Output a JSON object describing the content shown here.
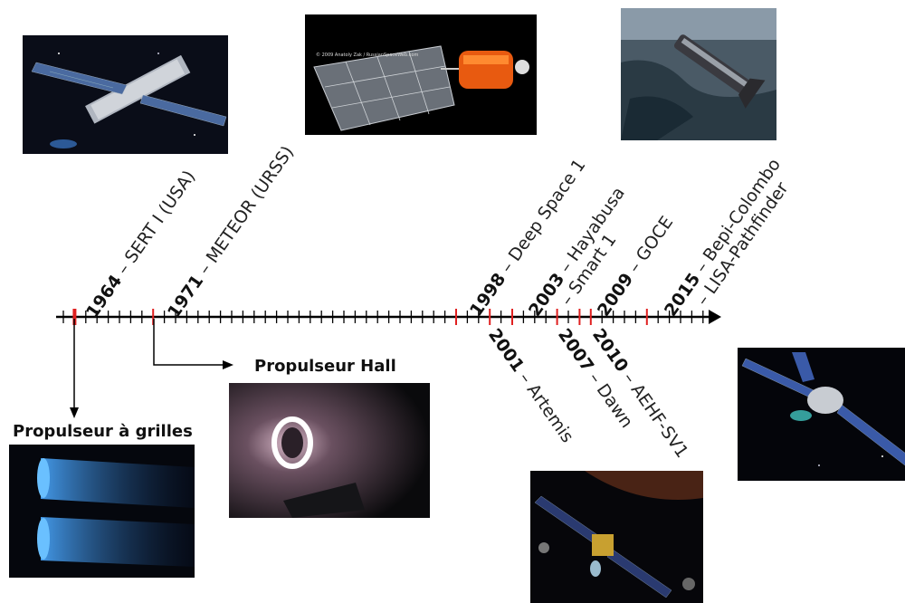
{
  "timeline": {
    "events_above": [
      {
        "year": "1964",
        "label": "SERT I (USA)",
        "continuation": ""
      },
      {
        "year": "1971",
        "label": "METEOR (URSS)",
        "continuation": ""
      },
      {
        "year": "1998",
        "label": "Deep Space 1",
        "continuation": ""
      },
      {
        "year": "2003",
        "label": "Hayabusa",
        "continuation": "Smart 1"
      },
      {
        "year": "2009",
        "label": "GOCE",
        "continuation": ""
      },
      {
        "year": "2015",
        "label": "Bepi-Colombo",
        "continuation": "LISA-Pathfinder"
      }
    ],
    "events_below": [
      {
        "year": "2001",
        "label": "Artemis"
      },
      {
        "year": "2007",
        "label": "Dawn"
      },
      {
        "year": "2010",
        "label": "AEHF-SV1"
      }
    ],
    "separator": "–"
  },
  "headings": {
    "hall": "Propulseur Hall",
    "grid": "Propulseur à grilles"
  },
  "photo_credit": "© 2009 Anatoly Zak / RussianSpaceWeb.com",
  "colors": {
    "axis": "#000000",
    "marker": "#e02020",
    "space": "#05070d",
    "ion_beam": "#4aa8ff"
  }
}
